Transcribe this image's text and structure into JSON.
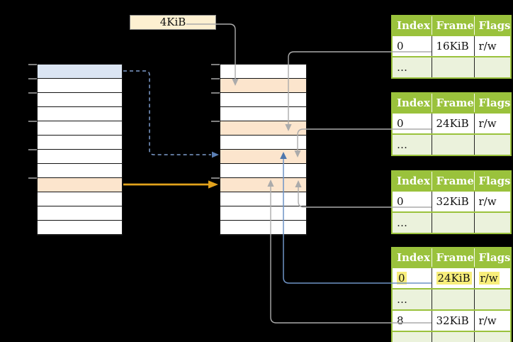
{
  "labels": {
    "page_size": "4KiB"
  },
  "colors": {
    "background": "#000000",
    "virtual_page_blue": "#dbe5f3",
    "mapped_page_orange": "#fce5cd",
    "table_header_green": "#9ac23c",
    "table_muted_row_green": "#ebf2dc",
    "entry_highlight_yellow": "#f8ee7b",
    "label_box_cream": "#fdf0d1",
    "arrow_gray": "#ababab",
    "arrow_blue": "#6f94c6",
    "arrow_blue_head": "#4f77ad",
    "arrow_orange": "#e2a21c",
    "tick_gray": "#7f7f7f"
  },
  "memory_columns": {
    "left": {
      "rows": 12,
      "blue_rows": [
        0
      ],
      "orange_rows": [
        8
      ],
      "ticks": [
        0,
        1,
        2,
        4,
        6,
        8
      ]
    },
    "middle": {
      "rows": 12,
      "blue_rows": [],
      "orange_rows": [
        1,
        4,
        6,
        8
      ],
      "ticks": [
        0,
        1,
        2,
        4,
        8
      ]
    }
  },
  "page_tables": [
    {
      "headers": [
        "Index",
        "Frame",
        "Flags"
      ],
      "rows": [
        {
          "cells": [
            "0",
            "16KiB",
            "r/w"
          ],
          "variant": "normal"
        },
        {
          "cells": [
            "…",
            "",
            ""
          ],
          "variant": "muted"
        }
      ]
    },
    {
      "headers": [
        "Index",
        "Frame",
        "Flags"
      ],
      "rows": [
        {
          "cells": [
            "0",
            "24KiB",
            "r/w"
          ],
          "variant": "normal"
        },
        {
          "cells": [
            "…",
            "",
            ""
          ],
          "variant": "muted"
        }
      ]
    },
    {
      "headers": [
        "Index",
        "Frame",
        "Flags"
      ],
      "rows": [
        {
          "cells": [
            "0",
            "32KiB",
            "r/w"
          ],
          "variant": "normal"
        },
        {
          "cells": [
            "…",
            "",
            ""
          ],
          "variant": "muted"
        }
      ]
    },
    {
      "headers": [
        "Index",
        "Frame",
        "Flags"
      ],
      "rows": [
        {
          "cells": [
            "0",
            "24KiB",
            "r/w"
          ],
          "variant": "highlighted"
        },
        {
          "cells": [
            "…",
            "",
            ""
          ],
          "variant": "muted"
        },
        {
          "cells": [
            "8",
            "32KiB",
            "r/w"
          ],
          "variant": "normal"
        },
        {
          "cells": [
            "…",
            "",
            ""
          ],
          "variant": "muted"
        }
      ]
    }
  ]
}
